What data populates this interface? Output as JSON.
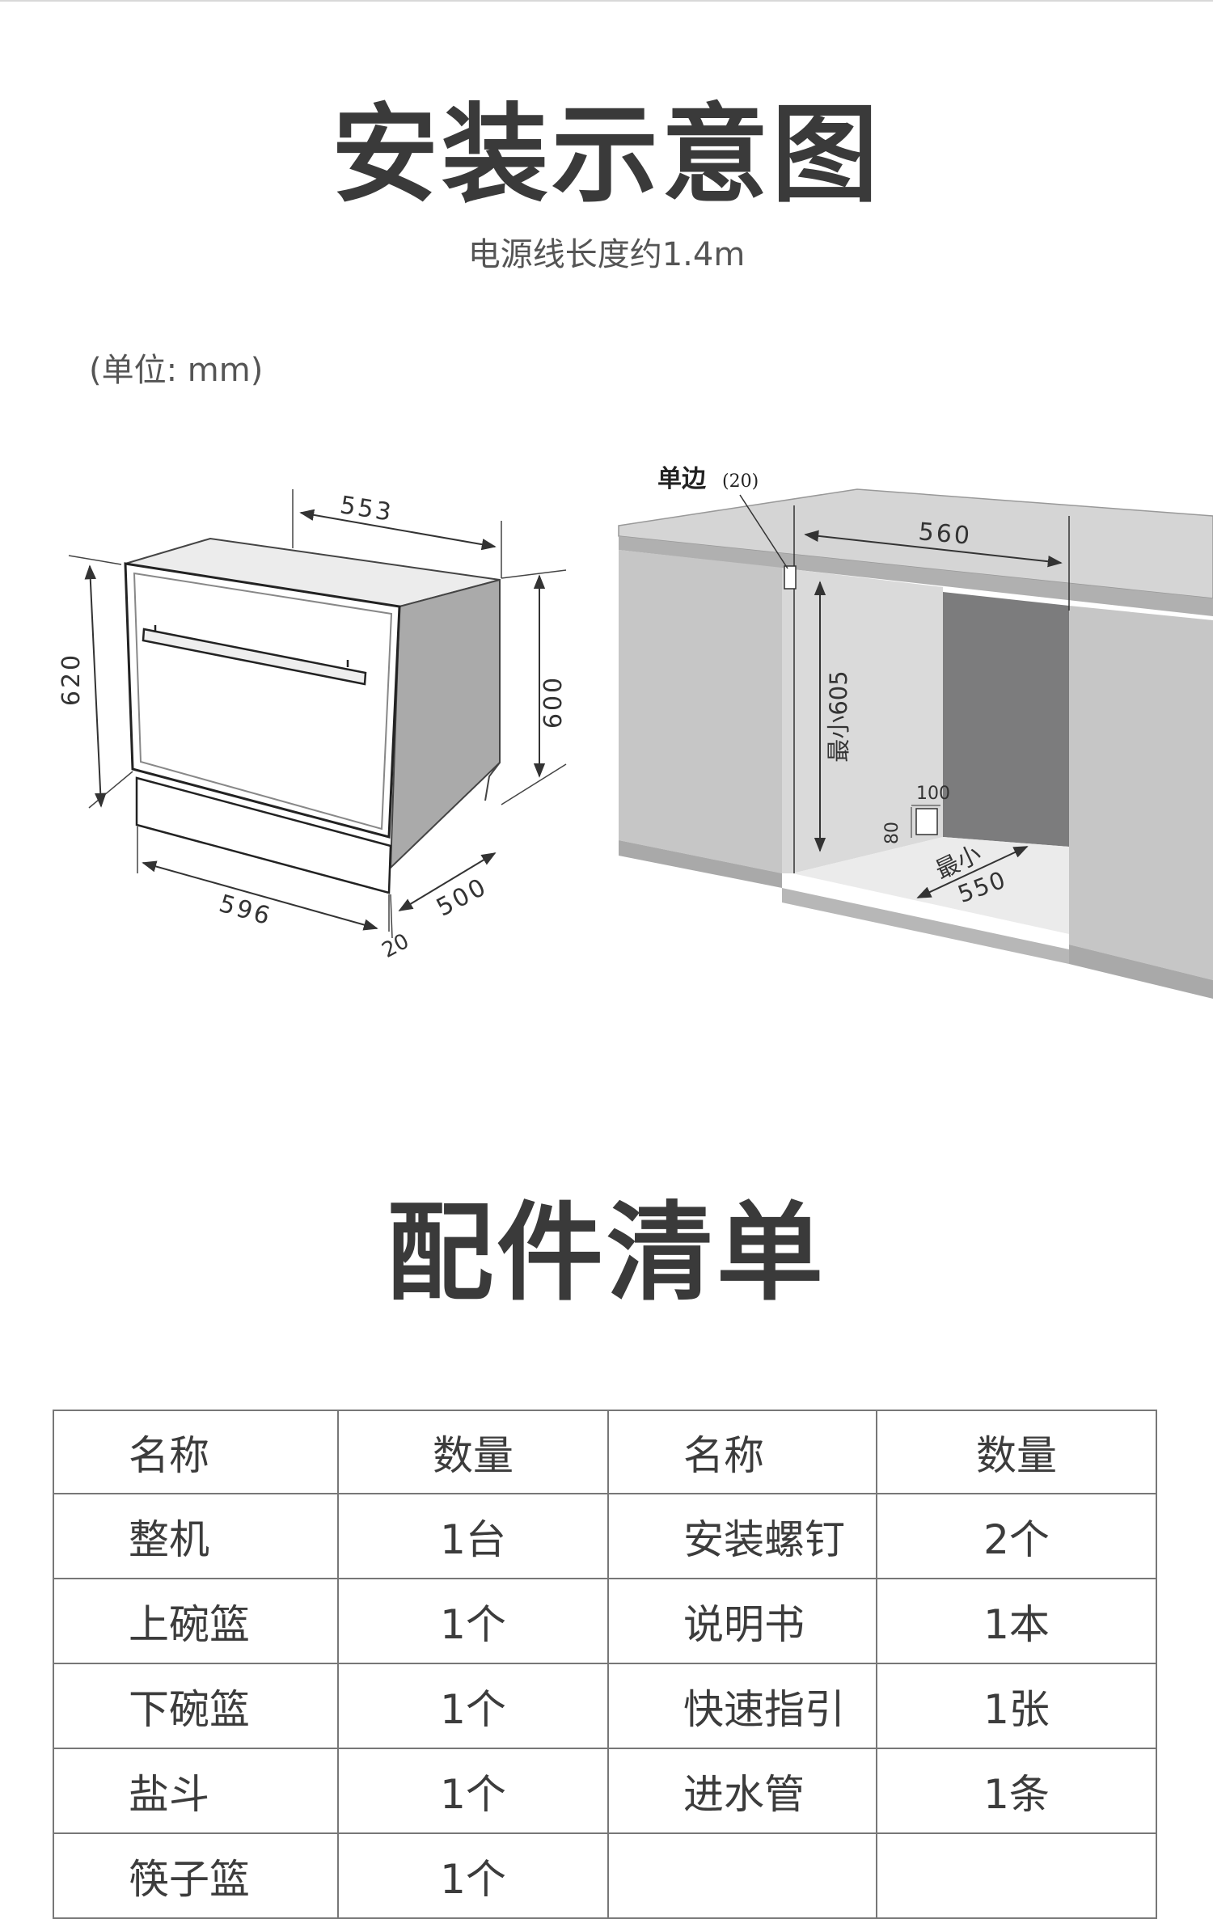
{
  "install": {
    "title": "安装示意图",
    "subtitle": "电源线长度约1.4m",
    "unit_label": "(单位: mm)"
  },
  "appliance_dims": {
    "depth_top": "553",
    "height_left": "620",
    "height_right": "600",
    "width_bottom": "596",
    "depth_bottom": "500",
    "door_thickness": "20"
  },
  "cabinet_dims": {
    "side_gap_label": "单边",
    "side_gap_value": "(20)",
    "width": "560",
    "min_height_label": "最小605",
    "socket_width": "100",
    "socket_height": "80",
    "min_depth_label": "最小",
    "min_depth_value": "550"
  },
  "parts": {
    "title": "配件清单",
    "headers": [
      "名称",
      "数量",
      "名称",
      "数量"
    ],
    "rows": [
      [
        "整机",
        "1台",
        "安装螺钉",
        "2个"
      ],
      [
        "上碗篮",
        "1个",
        "说明书",
        "1本"
      ],
      [
        "下碗篮",
        "1个",
        "快速指引",
        "1张"
      ],
      [
        "盐斗",
        "1个",
        "进水管",
        "1条"
      ],
      [
        "筷子篮",
        "1个",
        "",
        ""
      ]
    ]
  },
  "colors": {
    "title": "#3a3a3a",
    "cabinet_gray": "#c4c4c4",
    "niche_dark": "#7c7c7d",
    "line": "#333333"
  }
}
